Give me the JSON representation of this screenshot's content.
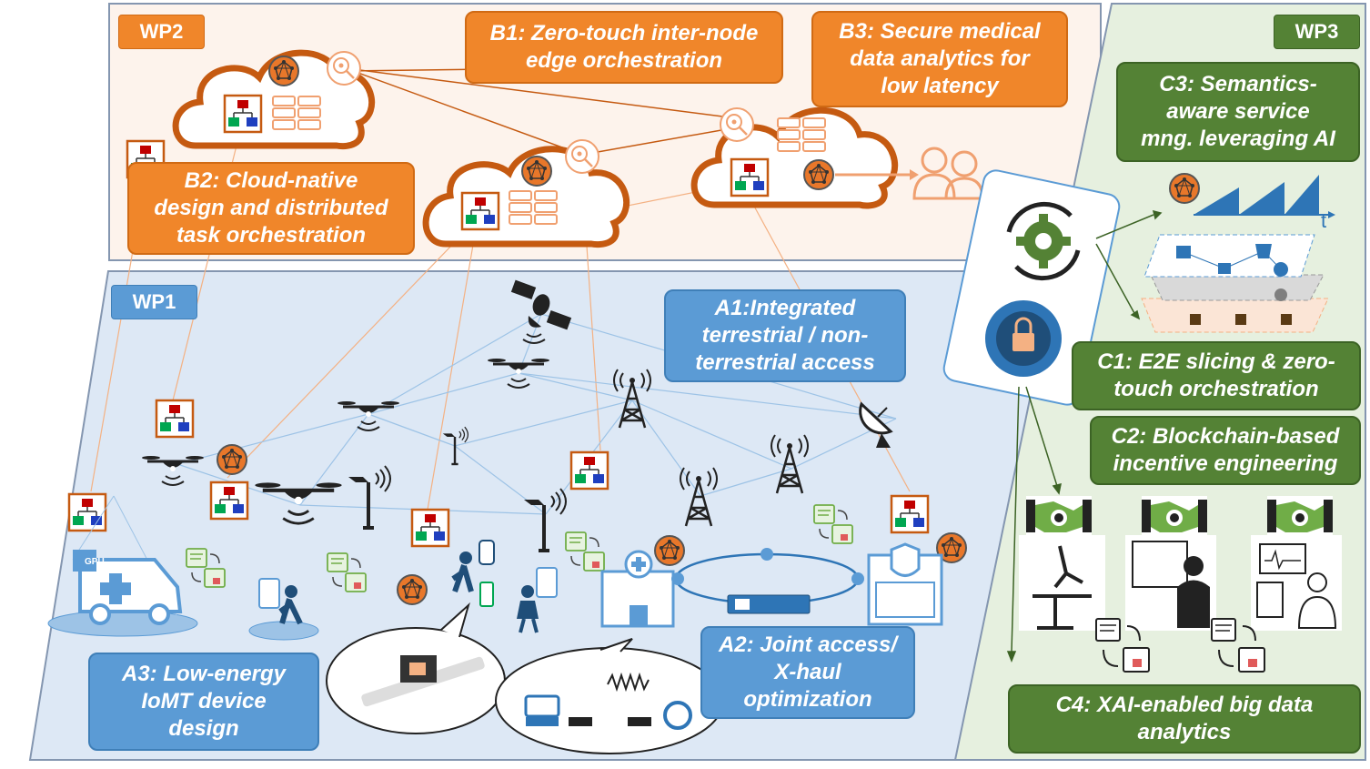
{
  "wp_labels": {
    "wp1": "WP1",
    "wp2": "WP2",
    "wp3": "WP3"
  },
  "boxes": {
    "b1": "B1: Zero-touch inter-node\nedge orchestration",
    "b2": "B2: Cloud-native\ndesign and distributed\ntask orchestration",
    "b3": "B3: Secure medical\ndata analytics for\nlow latency",
    "a1": "A1:Integrated\nterrestrial / non-\nterrestrial access",
    "a2": "A2: Joint access/\nX-haul\noptimization",
    "a3": "A3: Low-energy\nIoMT device\ndesign",
    "c1": "C1: E2E slicing & zero-\ntouch orchestration",
    "c2": "C2: Blockchain-based\nincentive engineering",
    "c3": "C3: Semantics-\naware service\nmng. leveraging AI",
    "c4": "C4: XAI-enabled big data\nanalytics"
  },
  "chip_label": "GPU",
  "time_axis_label": "t",
  "colors": {
    "wp1_bg": "#dde8f5",
    "wp2_bg": "#fdf3ec",
    "wp3_bg": "#e6f0df",
    "orange": "#f0862a",
    "cloud_stroke": "#c55a11",
    "blue": "#5b9bd5",
    "green": "#548235",
    "net_red": "#c00000",
    "net_green": "#00a651",
    "net_blue": "#1f3fbf"
  },
  "icons": [
    "cloud-icon",
    "server-rack-icon",
    "network-topology-icon",
    "ai-chip-icon",
    "satellite-icon",
    "drone-icon",
    "cell-tower-icon",
    "satellite-dish-icon",
    "street-light-icon",
    "ambulance-icon",
    "hospital-icon",
    "patient-icon",
    "doctors-icon",
    "gear-icon",
    "lock-icon",
    "handshake-gear-icon",
    "document-exchange-icon",
    "wearable-device-icon",
    "router-icon",
    "switch-icon"
  ]
}
